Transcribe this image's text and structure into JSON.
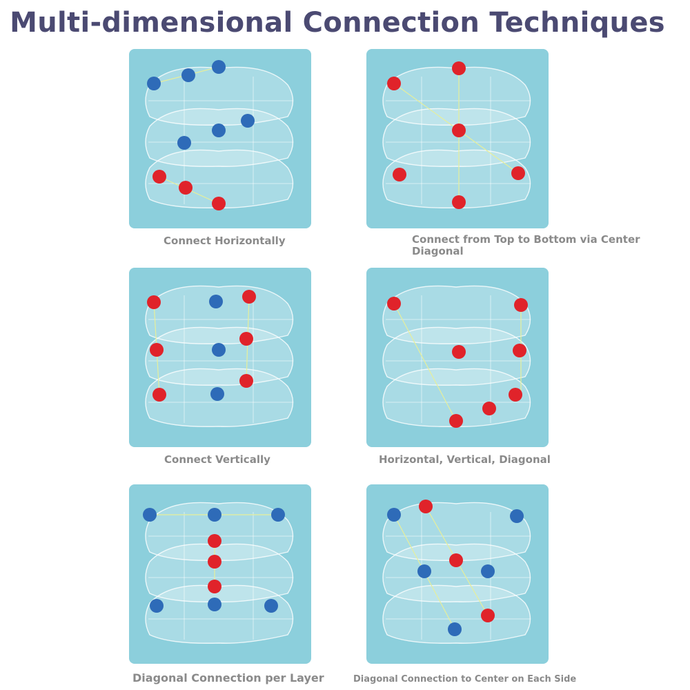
{
  "title": "Multi-dimensional Connection Techniques",
  "panels": [
    {
      "caption": "Connect Horizontally"
    },
    {
      "caption": "Connect from Top to Bottom via Center Diagonal"
    },
    {
      "caption": "Connect Vertically"
    },
    {
      "caption": "Horizontal, Vertical, Diagonal"
    },
    {
      "caption": "Diagonal Connection per Layer"
    },
    {
      "caption": "Diagonal Connection to Center on Each Side"
    }
  ],
  "colors": {
    "background": "#ffffff",
    "title": "#4b4a72",
    "caption": "#8a8a8a",
    "panel": "#8ccfdc",
    "red_bead": "#e0232a",
    "blue_bead": "#2e6bb8"
  }
}
